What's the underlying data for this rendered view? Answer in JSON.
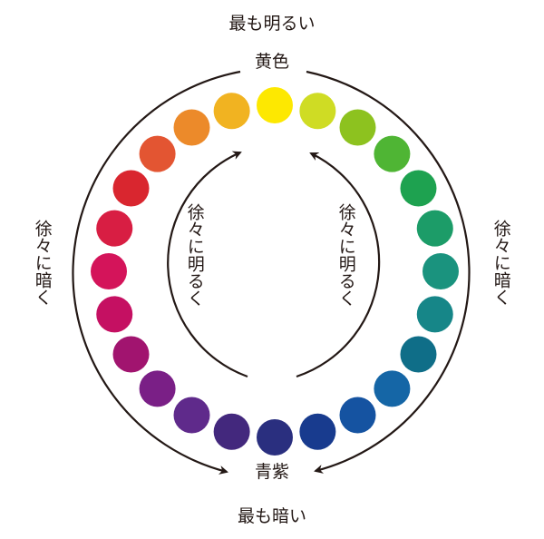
{
  "labels": {
    "top": "最も明るい",
    "bottom": "最も暗い",
    "top_hue": "黄色",
    "bottom_hue": "青紫",
    "outer_left": "徐々に暗く",
    "outer_right": "徐々に暗く",
    "inner_left": "徐々に明るく",
    "inner_right": "徐々に明るく"
  },
  "colors": {
    "arrow": "#231815"
  },
  "hue_circle": [
    "#fde801",
    "#cfdc24",
    "#8dc21f",
    "#4fb534",
    "#1ea250",
    "#1c9c68",
    "#1a937e",
    "#168688",
    "#0f6e88",
    "#1566a6",
    "#1553a1",
    "#183b8e",
    "#2a2f7f",
    "#43287d",
    "#5f2a8b",
    "#7a1f86",
    "#a1146f",
    "#c51062",
    "#d4145a",
    "#d81e43",
    "#d9262f",
    "#e35532",
    "#ec8a2a",
    "#f1b321"
  ]
}
